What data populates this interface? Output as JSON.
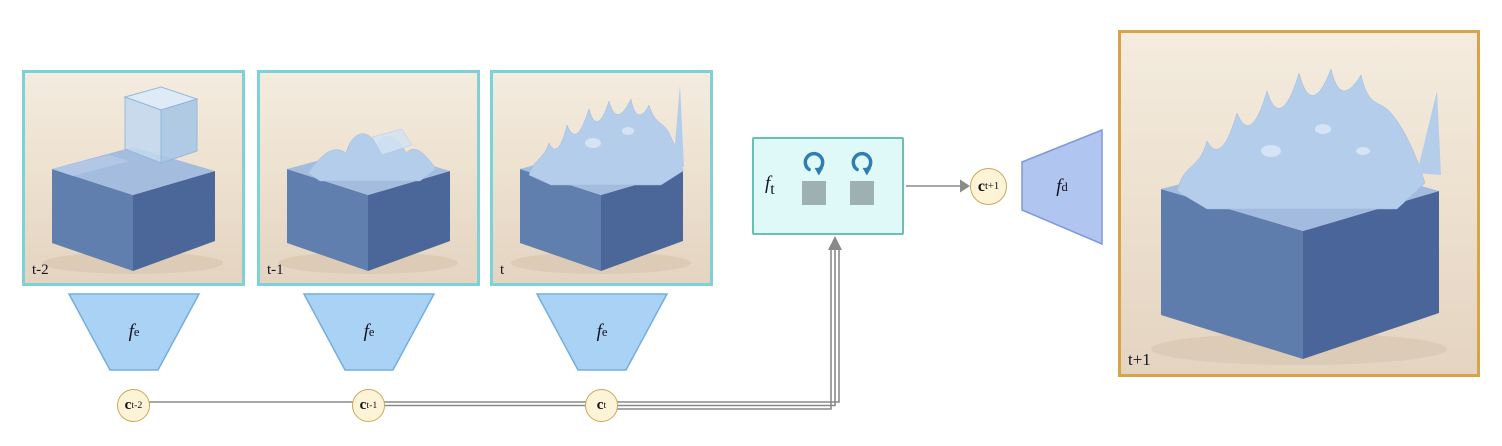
{
  "figure": {
    "title": "latent-space fluid simulation pipeline",
    "background": "#ffffff"
  },
  "colors": {
    "frame_border": "#7dd2d8",
    "output_border": "#d9a441",
    "encoder_fill": "#a9d2f5",
    "encoder_border": "#74aede",
    "latent_fill": "#fdf3d7",
    "latent_border": "#c9a85c",
    "temporal_fill": "#dff9f9",
    "temporal_border": "#6cbfb4",
    "decoder_fill": "#b1c5f1",
    "decoder_border": "#7d99dc",
    "connector": "#8a8a8a",
    "loop_icon": "#2f7db3",
    "memory_cell": "#9fb0b2"
  },
  "input_frames": [
    {
      "label": "t-2"
    },
    {
      "label": "t-1"
    },
    {
      "label": "t"
    }
  ],
  "encoders": [
    {
      "base": "f",
      "sub": "e"
    },
    {
      "base": "f",
      "sub": "e"
    },
    {
      "base": "f",
      "sub": "e"
    }
  ],
  "latents": [
    {
      "base": "c",
      "sub": "t-2"
    },
    {
      "base": "c",
      "sub": "t-1"
    },
    {
      "base": "c",
      "sub": "t"
    }
  ],
  "temporal_module": {
    "base": "f",
    "sub": "t",
    "loop_icons": 2,
    "memory_cells": 2
  },
  "next_latent": {
    "base": "c",
    "sub": "t+1"
  },
  "decoder": {
    "base": "f",
    "sub": "d"
  },
  "output_frame": {
    "label": "t+1"
  }
}
